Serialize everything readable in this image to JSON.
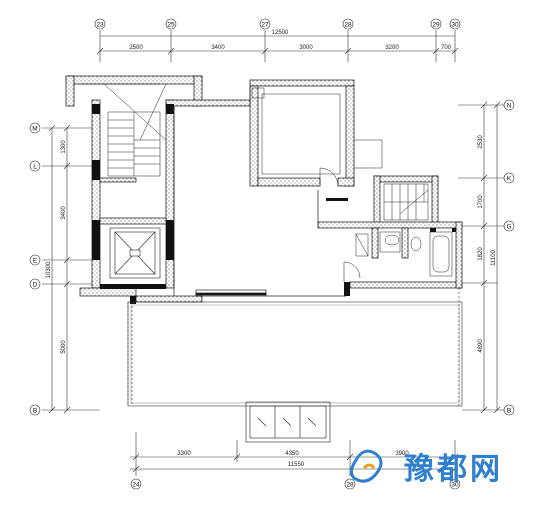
{
  "grid_axes": {
    "top": [
      "23",
      "25",
      "27",
      "28",
      "29",
      "30"
    ],
    "bottom": [
      "24",
      "28",
      "30"
    ],
    "left": [
      "M",
      "L",
      "E",
      "D",
      "B"
    ],
    "right": [
      "N",
      "K",
      "G",
      "B"
    ]
  },
  "dimensions": {
    "top_total": "12500",
    "top_segments": [
      "2500",
      "3400",
      "3000",
      "3200",
      "700"
    ],
    "left_segments": [
      "1300",
      "3400",
      "5000"
    ],
    "left_total": "10300",
    "right_segments": [
      "2530",
      "1700",
      "1820",
      "4890"
    ],
    "right_total": "11100",
    "bottom_segments": [
      "3300",
      "4350",
      "3900"
    ],
    "bottom_total": "11550"
  },
  "watermark": {
    "text": "豫都网",
    "color": "#2f7fd0"
  }
}
